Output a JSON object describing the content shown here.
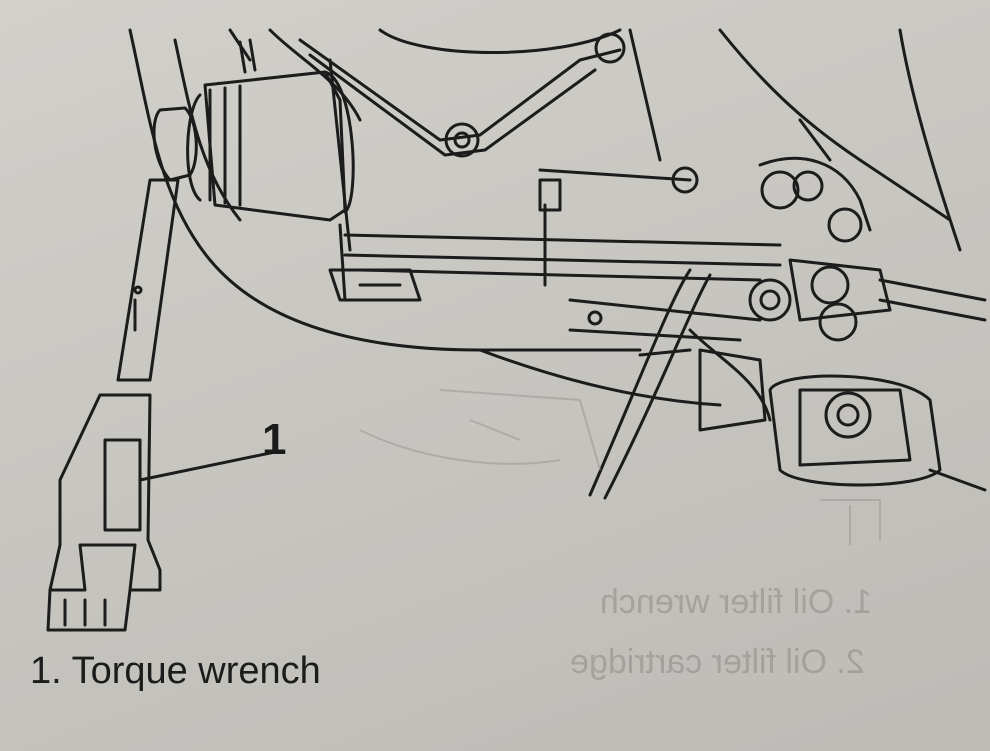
{
  "callout": {
    "number": "1"
  },
  "caption": {
    "text": "1. Torque wrench"
  },
  "bleed_through": {
    "line1": "1. Oil filter wrench",
    "line2": "2. Oil filter cartridge"
  },
  "icons": {
    "main": "torque-wrench-on-oil-filter-drawing"
  },
  "colors": {
    "paper": "#c9c7c2",
    "ink": "#1a1a1a"
  }
}
